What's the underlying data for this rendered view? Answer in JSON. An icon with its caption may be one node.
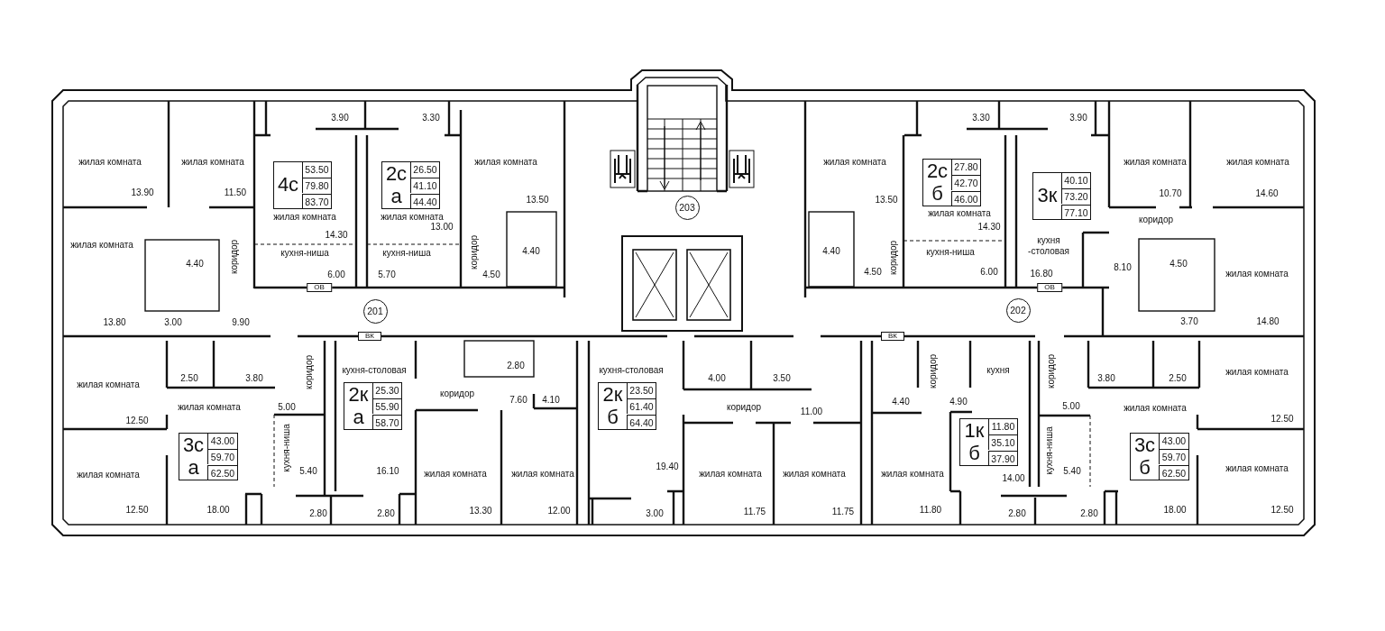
{
  "diagram": {
    "nodes": [
      {
        "text": [
          "4с",
          "53.50",
          "79.80",
          "83.70"
        ]
      },
      {
        "text": [
          "2с",
          "а",
          "26.50",
          "41.10",
          "44.40"
        ]
      },
      {
        "text": [
          "203"
        ]
      },
      {
        "text": [
          "2с",
          "б",
          "27.80",
          "42.70",
          "46.00"
        ]
      },
      {
        "text": [
          "3к",
          "40.10",
          "73.20",
          "77.10"
        ]
      },
      {
        "text": [
          "201"
        ]
      },
      {
        "text": [
          "202"
        ]
      },
      {
        "text": [
          "2к",
          "а",
          "25.30",
          "55.90",
          "58.70"
        ]
      },
      {
        "text": [
          "2к",
          "б",
          "23.50",
          "61.40",
          "64.40"
        ]
      },
      {
        "text": [
          "3с",
          "а",
          "43.00",
          "59.70",
          "62.50"
        ]
      },
      {
        "text": [
          "1к",
          "б",
          "11.80",
          "35.10",
          "37.90"
        ]
      },
      {
        "text": [
          "3с",
          "б",
          "43.00",
          "59.70",
          "62.50"
        ]
      }
    ],
    "edges": [],
    "labels": [
      "3.90",
      "3.30",
      "3.30",
      "3.90",
      "жилая комната",
      "жилая комната",
      "жилая комната",
      "жилая комната",
      "жилая комната",
      "жилая комната",
      "13.90",
      "11.50",
      "10.70",
      "14.60",
      "13.50",
      "13.50",
      "жилая комната",
      "жилая комната",
      "жилая комната",
      "коридор",
      "14.30",
      "13.00",
      "14.30",
      "жилая комната",
      "коридор",
      "кухня-ниша",
      "кухня-ниша",
      "коридор",
      "4.40",
      "4.40",
      "коридор",
      "кухня-ниша",
      "кухня -столовая",
      "4.40",
      "6.00",
      "5.70",
      "4.50",
      "4.50",
      "6.00",
      "16.80",
      "8.10",
      "4.50",
      "жилая комната",
      "ОВ",
      "ОВ",
      "13.80",
      "3.00",
      "9.90",
      "3.70",
      "14.80",
      "ВК",
      "ВК",
      "2.80",
      "кухня-столовая",
      "кухня-столовая",
      "кухня",
      "коридор",
      "коридор",
      "коридор",
      "жилая комната",
      "2.50",
      "3.80",
      "4.00",
      "3.50",
      "3.80",
      "2.50",
      "жилая комната",
      "коридор",
      "7.60",
      "4.10",
      "4.40",
      "4.90",
      "жилая комната",
      "5.00",
      "коридор",
      "5.00",
      "жилая комната",
      "11.00",
      "12.50",
      "12.50",
      "кухня-ниша",
      "кухня-ниша",
      "19.40",
      "5.40",
      "16.10",
      "5.40",
      "жилая комната",
      "жилая комната",
      "жилая комната",
      "жилая комната",
      "жилая комната",
      "жилая комната",
      "жилая комната",
      "14.00",
      "12.50",
      "18.00",
      "13.30",
      "12.00",
      "11.75",
      "11.75",
      "11.80",
      "18.00",
      "12.50",
      "2.80",
      "2.80",
      "3.00",
      "2.80",
      "2.80"
    ]
  }
}
